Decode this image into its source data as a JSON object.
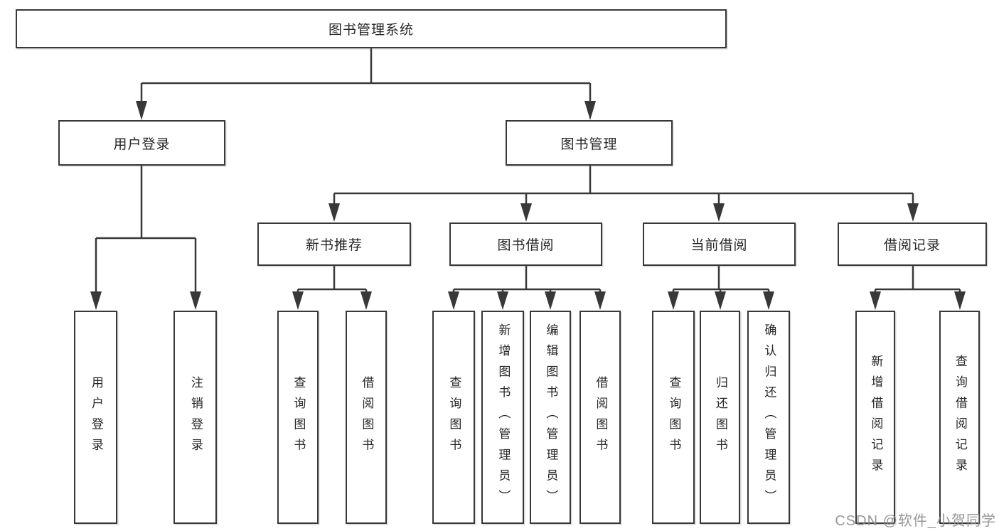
{
  "diagram": {
    "root": {
      "label": "图书管理系统"
    },
    "level2": [
      {
        "label": "用户登录"
      },
      {
        "label": "图书管理"
      }
    ],
    "level3": [
      {
        "label": "新书推荐"
      },
      {
        "label": "图书借阅"
      },
      {
        "label": "当前借阅"
      },
      {
        "label": "借阅记录"
      }
    ],
    "leaves": [
      {
        "label": "用户登录"
      },
      {
        "label": "注销登录"
      },
      {
        "label": "查询图书"
      },
      {
        "label": "借阅图书"
      },
      {
        "label": "查询图书"
      },
      {
        "label": "新增图书（管理员）"
      },
      {
        "label": "编辑图书（管理员）"
      },
      {
        "label": "借阅图书"
      },
      {
        "label": "查询图书"
      },
      {
        "label": "归还图书"
      },
      {
        "label": "确认归还（管理员）"
      },
      {
        "label": "新增借阅记录"
      },
      {
        "label": "查询借阅记录"
      }
    ],
    "colors": {
      "line": "#383838",
      "text": "#262626",
      "background": "#ffffff",
      "watermark": "#8c8c8c"
    }
  },
  "watermark": {
    "text": "CSDN @软件_小贺同学"
  }
}
